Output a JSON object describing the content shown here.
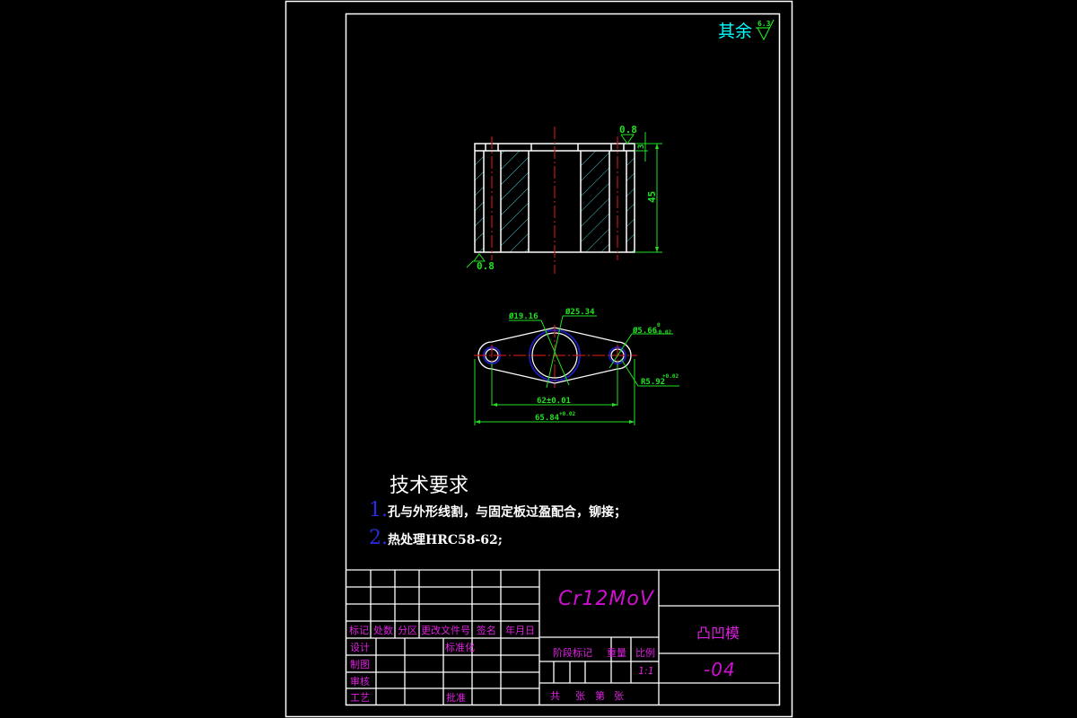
{
  "drawing": {
    "surface_roughness_other": {
      "label": "其余",
      "value": "6.3"
    },
    "section_view": {
      "roughness_top": "0.8",
      "roughness_bottom": "0.8",
      "dim_step": "3",
      "dim_height": "45"
    },
    "plan_view": {
      "dim_dia_inner": "Ø19.16",
      "dim_dia_outer": "Ø25.34",
      "dim_small_hole": "Ø5.66",
      "dim_small_hole_tol_upper": "0",
      "dim_small_hole_tol_lower": "-0.02",
      "dim_radius": "R5.92",
      "dim_radius_tol": "+0.02",
      "dim_center_distance": "62±0.01",
      "dim_overall_length": "65.84",
      "dim_overall_length_tol": "+0.02"
    },
    "colors": {
      "background": "#000000",
      "outline": "#ffffff",
      "centerline": "#c01818",
      "dimension": "#22e022",
      "hatch": "#40c8c8",
      "hidden_circle": "#1a1ab0",
      "title_block_text": "#e020e0",
      "roughness_text": "#00ffff"
    }
  },
  "technical_requirements": {
    "title": "技术要求",
    "items": [
      {
        "num": "1.",
        "text": "孔与外形线割，与固定板过盈配合，铆接；"
      },
      {
        "num": "2.",
        "text": "热处理HRC58-62;"
      }
    ]
  },
  "title_block": {
    "revision_headers": [
      "标记",
      "处数",
      "分区",
      "更改文件号",
      "签名",
      "年月日"
    ],
    "roles": [
      "设计",
      "制图",
      "审核",
      "工艺"
    ],
    "standardization": "标准化",
    "approval": "批准",
    "material": "Cr12MoV",
    "stage_mark": "阶段标记",
    "weight": "重量",
    "scale_label": "比例",
    "scale_value": "1:1",
    "sheets": [
      "共",
      "张",
      "第",
      "张"
    ],
    "part_name": "凸凹模",
    "drawing_number": "-04"
  }
}
